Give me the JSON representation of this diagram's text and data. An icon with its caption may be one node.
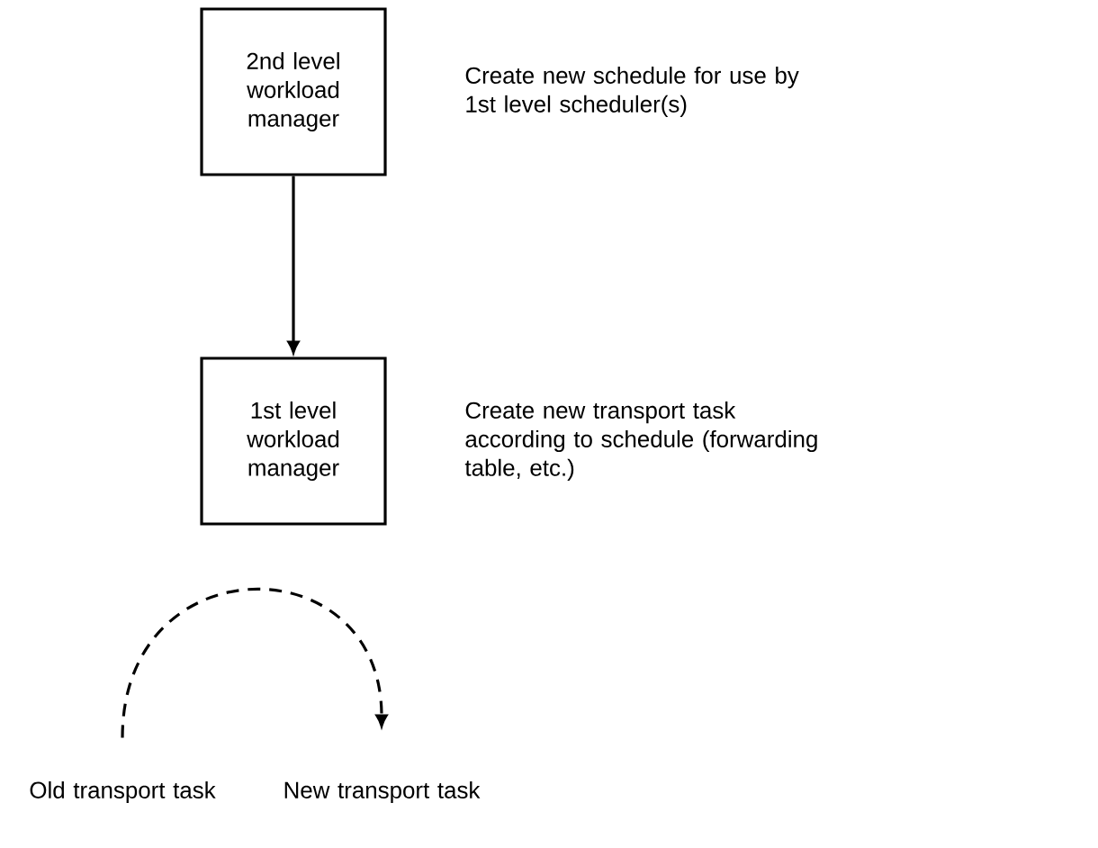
{
  "diagram": {
    "nodes": [
      {
        "text": [
          "2nd level workload manager"
        ],
        "beside": [
          "Create new schedule for use by 1st level scheduler(s)"
        ]
      },
      {
        "text": [
          "1st level workload manager"
        ],
        "beside": [
          "Create new transport task according to schedule (forwarding table, etc.)"
        ]
      },
      {
        "text": [
          "Old transport task"
        ]
      },
      {
        "text": [
          "New transport task"
        ]
      }
    ],
    "edges": [
      {
        "from": 0,
        "to": 1,
        "arrow": "to"
      },
      {
        "from": 2,
        "to": 3,
        "arrow": "to",
        "style": "dashed"
      }
    ]
  }
}
